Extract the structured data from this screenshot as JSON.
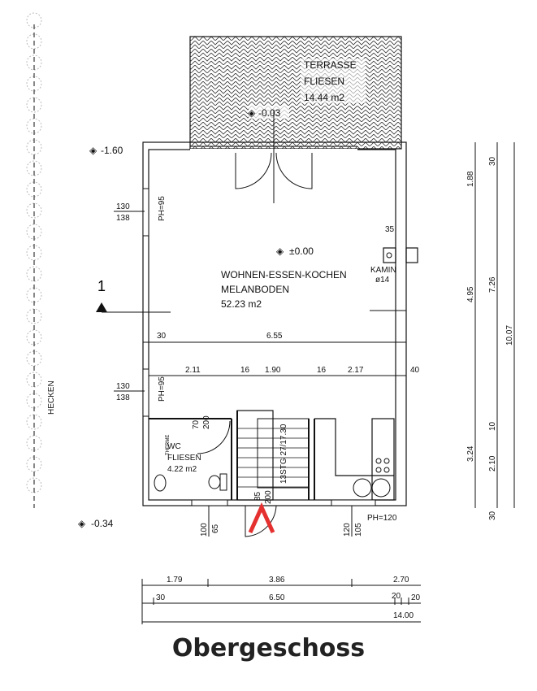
{
  "title": "Obergeschoss",
  "terrace": {
    "name": "TERRASSE",
    "floor": "FLIESEN",
    "area": "14.44 m2",
    "level": "-0.03"
  },
  "living": {
    "name": "WOHNEN-ESSEN-KOCHEN",
    "floor": "MELANBODEN",
    "area": "52.23 m2",
    "level": "±0.00"
  },
  "wc": {
    "name": "WC",
    "floor": "FLIESEN",
    "area": "4.22 m2",
    "therme": "THERME"
  },
  "levels": {
    "outside_top": "-1.60",
    "outside_bottom": "-0.34"
  },
  "hedge_label": "HECKEN",
  "section_marker": "1",
  "chimney": {
    "label": "KAMIN",
    "size": "ø14",
    "dim": "35"
  },
  "stairs": {
    "label": "13STG 27/17.30"
  },
  "windows": {
    "left_top": {
      "w": "130",
      "h": "138",
      "ph": "PH=95"
    },
    "left_bottom": {
      "w": "130",
      "h": "138",
      "ph": "PH=95"
    },
    "bottom_left": {
      "w": "100",
      "h": "65"
    },
    "bottom_right": {
      "w": "120",
      "h": "105",
      "ph": "PH=120"
    },
    "wc_door": {
      "w": "70",
      "h": "200"
    },
    "entry_door": {
      "w": "85",
      "h": "200"
    }
  },
  "dims_inner": {
    "wall": "30",
    "width": "6.55",
    "a": "2.11",
    "b": "16",
    "c": "1.90",
    "d": "16",
    "e": "2.17",
    "f": "40"
  },
  "dims_right": {
    "a": "1.88",
    "b": "4.95",
    "c": "3.24",
    "d": "30",
    "e": "7.26",
    "f": "10",
    "g": "2.10",
    "h": "30",
    "total": "10.07"
  },
  "dims_bottom": {
    "a": "1.79",
    "b": "3.86",
    "c": "2.70",
    "d": "30",
    "e": "6.50",
    "f": "20",
    "g": "20",
    "total": "14.00"
  },
  "colors": {
    "entry_arrow": "#e53030"
  }
}
